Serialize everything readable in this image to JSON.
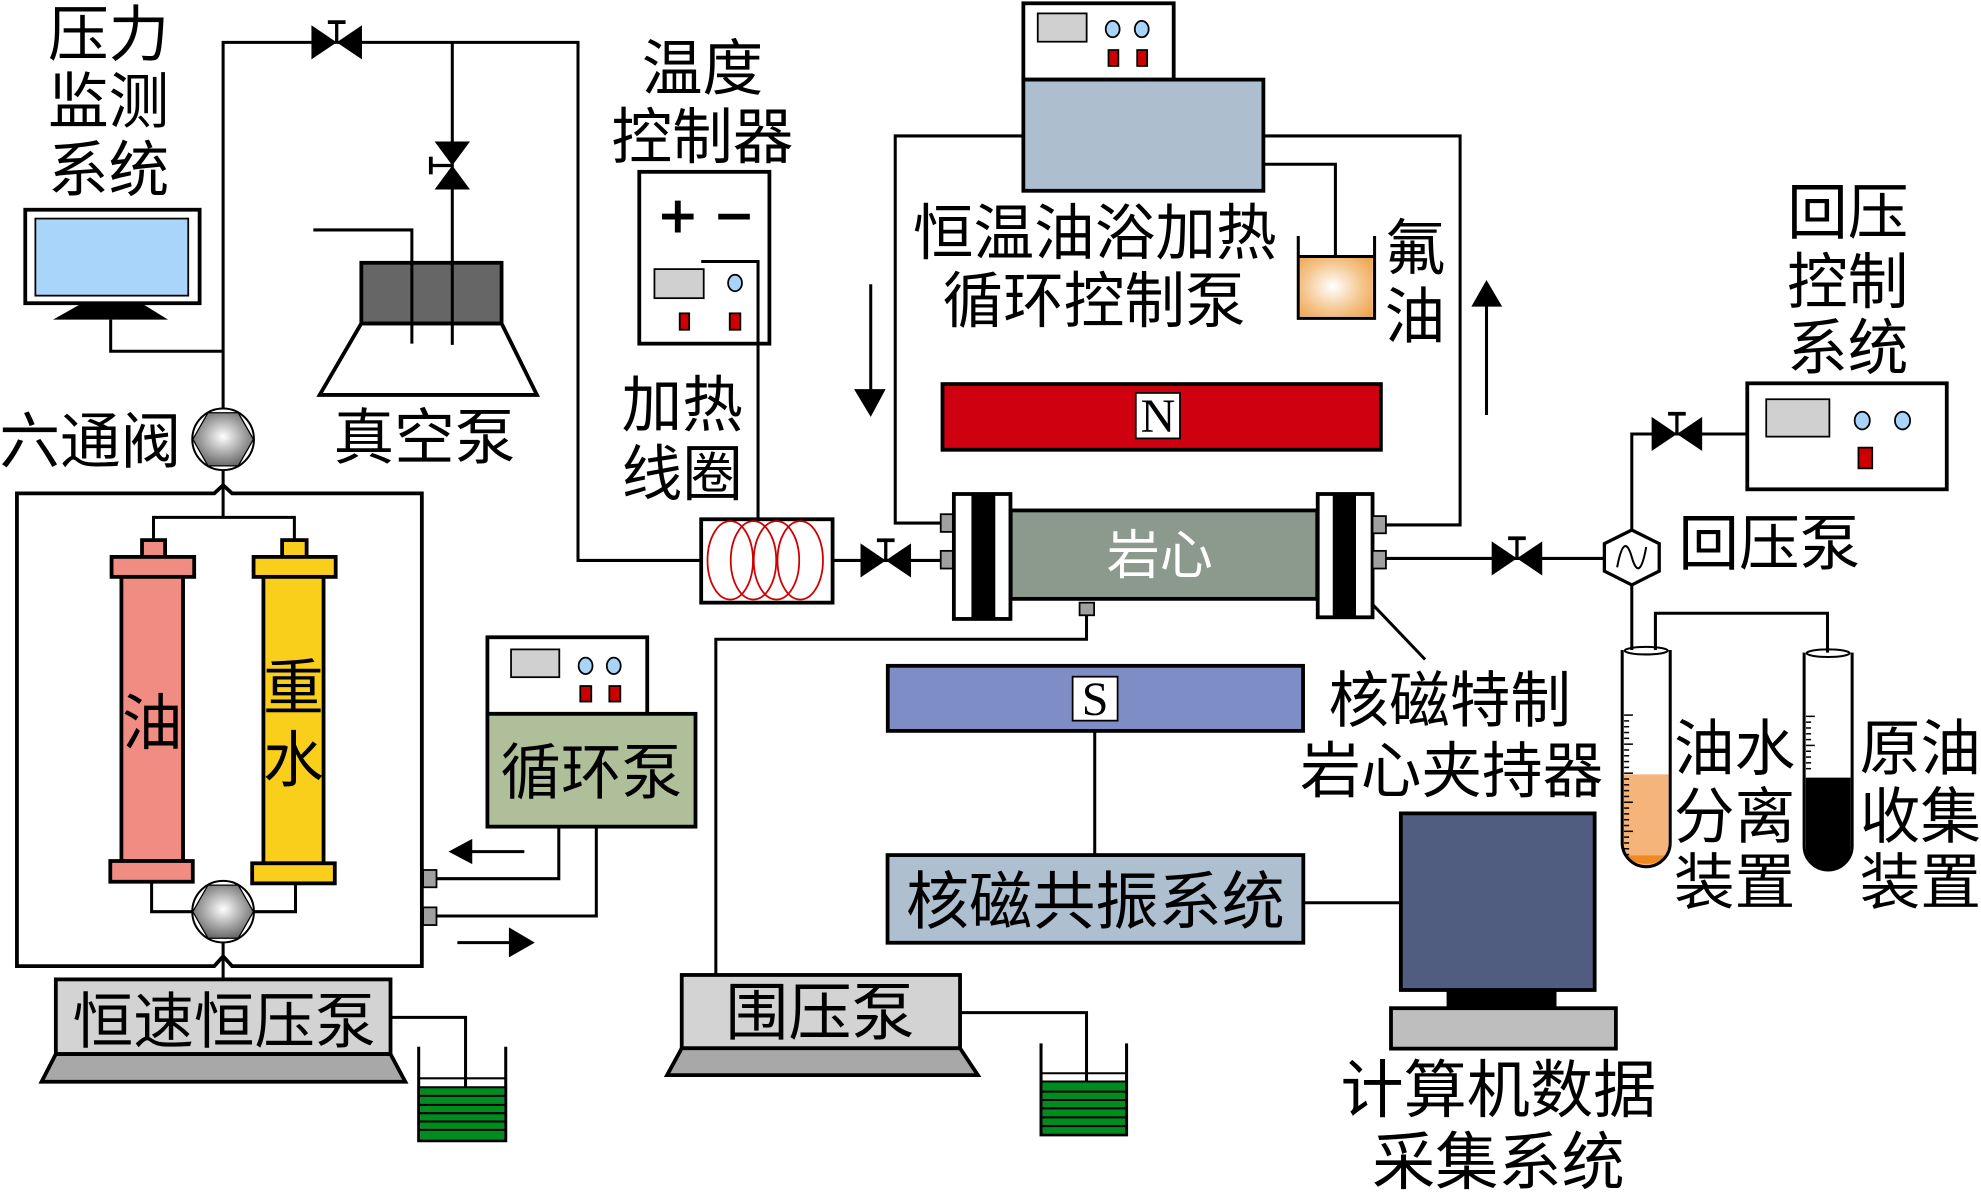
{
  "labels": {
    "pressure_monitoring": [
      "压力",
      "监测",
      "系统"
    ],
    "six_way_valve": "六通阀",
    "vacuum_pump": "真空泵",
    "temperature_controller": [
      "温度",
      "控制器"
    ],
    "temperature_controller_signs": {
      "plus": "+",
      "minus": "−"
    },
    "heating_coil": [
      "加热",
      "线圈"
    ],
    "oil_bath_pump": [
      "恒温油浴加热",
      "循环控制泵"
    ],
    "fluorinated_oil": [
      "氟",
      "油"
    ],
    "back_pressure_control": [
      "回压",
      "控制",
      "系统"
    ],
    "back_pressure_pump": "回压泵",
    "core": "岩心",
    "magnet_north": "N",
    "magnet_south": "S",
    "core_holder": [
      "核磁特制",
      "岩心夹持器"
    ],
    "oil_water_separator": [
      "油水",
      "分离",
      "装置"
    ],
    "crude_oil_collector": [
      "原油",
      "收集",
      "装置"
    ],
    "oil_cylinder": "油",
    "heavy_water_cylinder": [
      "重",
      "水"
    ],
    "circulation_pump": "循环泵",
    "constant_pump": "恒速恒压泵",
    "confining_pump": "围压泵",
    "nmr_system": "核磁共振系统",
    "computer": [
      "计算机数据",
      "采集系统"
    ]
  },
  "separators": {
    "oil_water_fill": 0.43,
    "crude_oil_fill": 0.43
  },
  "colors": {
    "monitor_screen": "#A9D5FB",
    "vacuum_block": "#666666",
    "oil_bath": "#ADBFCF",
    "display_gray": "#D0D0D0",
    "knob_blue": "#A8D4FA",
    "switch_red": "#CC0000",
    "magnet_north": "#CF000F",
    "magnet_south": "#7F8DC7",
    "core": "#8C9A8E",
    "port_gray": "#A0A0A0",
    "oil_cylinder": "#F08C82",
    "heavy_water_cylinder": "#F9CF1B",
    "circulation_pump": "#AFBF99",
    "pump_body": "#D3D3D3",
    "pump_base": "#A8A8A8",
    "beaker_liquid": "#008C1E",
    "nmr_system": "#AEBFD0",
    "computer_monitor": "#505C80",
    "computer_base": "#BEBEBE",
    "separator_liquid": "#F4B47A",
    "crude_oil": "#000000",
    "heating_coil": "#D00000"
  }
}
